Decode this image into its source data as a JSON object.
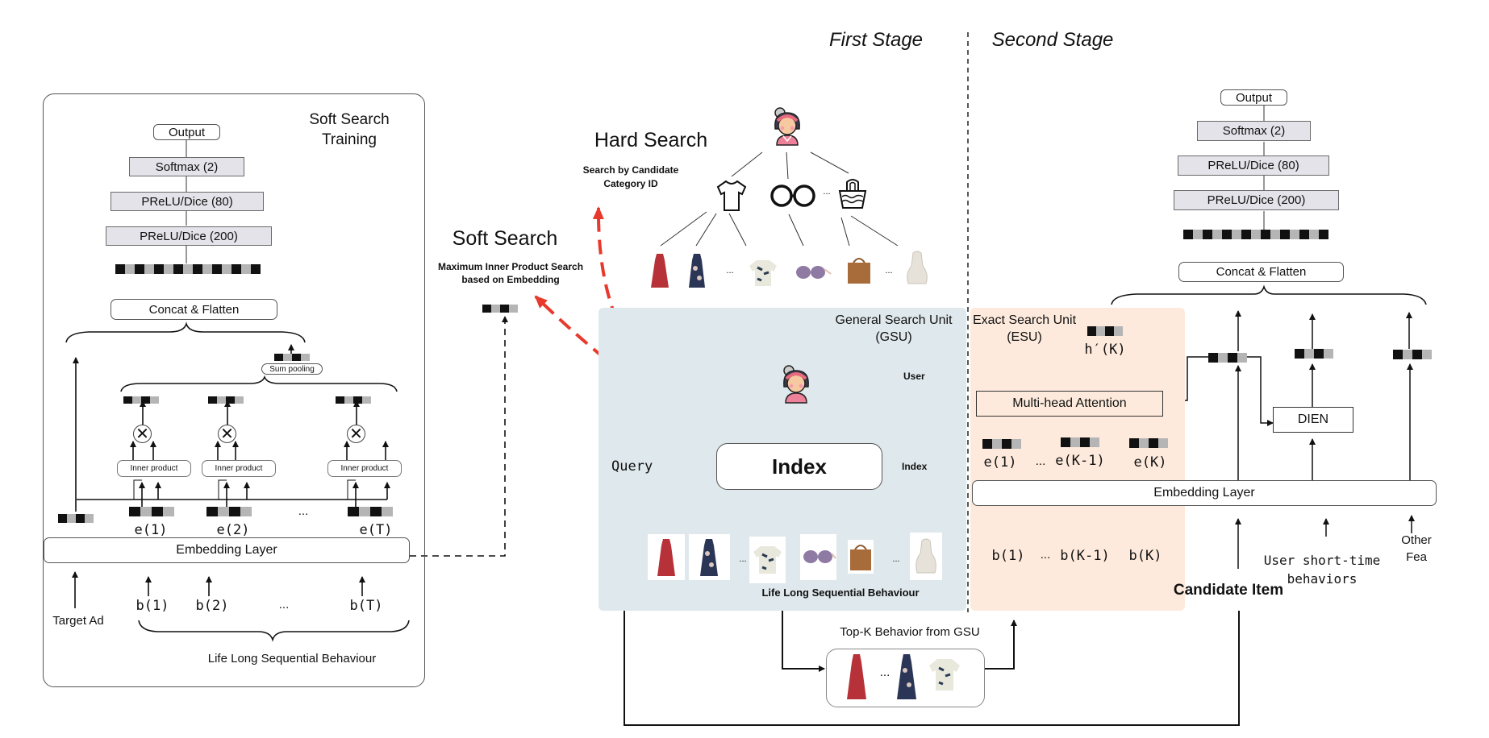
{
  "stages": {
    "first": "First Stage",
    "second": "Second Stage"
  },
  "soft_search_training": {
    "title_line1": "Soft Search",
    "title_line2": "Training",
    "output": "Output",
    "softmax": "Softmax (2)",
    "prelu80": "PReLU/Dice (80)",
    "prelu200": "PReLU/Dice (200)",
    "concat": "Concat & Flatten",
    "sum_pooling": "Sum pooling",
    "inner_product": "Inner product",
    "e_labels": [
      "e(1)",
      "e(2)",
      "...",
      "e(T)"
    ],
    "embedding": "Embedding Layer",
    "inputs": {
      "target": "Target Ad",
      "b1": "b(1)",
      "b2": "b(2)",
      "dots": "...",
      "bT": "b(T)"
    },
    "behaviour": "Life Long Sequential Behaviour"
  },
  "soft_search": {
    "title": "Soft Search",
    "desc_line1": "Maximum Inner Product Search",
    "desc_line2": "based on Embedding"
  },
  "hard_search": {
    "title": "Hard Search",
    "desc_line1": "Search by Candidate",
    "desc_line2": "Category ID",
    "tree_dots": [
      "...",
      "...",
      "..."
    ]
  },
  "gsu": {
    "title_line1": "General Search Unit",
    "title_line2": "(GSU)",
    "user_label": "User",
    "index_label": "Index",
    "index_box": "Index",
    "query": "Query",
    "behaviour": "Life Long Sequential Behaviour",
    "dots": [
      "...",
      "..."
    ],
    "bg_color": "#dfe8ec"
  },
  "topk": {
    "label": "Top-K Behavior from GSU",
    "dots": "..."
  },
  "esu": {
    "title_line1": "Exact Search Unit",
    "title_line2": "(ESU)",
    "h_label": "h′(K)",
    "mha": "Multi-head Attention",
    "e_labels": [
      "e(1)",
      "...",
      "e(K-1)",
      "e(K)"
    ],
    "b_labels": [
      "b(1)",
      "...",
      "b(K-1)",
      "b(K)"
    ],
    "bg_color": "#fdeadc"
  },
  "second_stage": {
    "output": "Output",
    "softmax": "Softmax (2)",
    "prelu80": "PReLU/Dice (80)",
    "prelu200": "PReLU/Dice (200)",
    "concat": "Concat & Flatten",
    "dien": "DIEN",
    "embedding": "Embedding Layer",
    "candidate": "Candidate Item",
    "short_time_line1": "User short-time",
    "short_time_line2": "behaviors",
    "other_line1": "Other",
    "other_line2": "Fea"
  },
  "colors": {
    "red_dash": "#e8392c",
    "line": "#222222"
  }
}
